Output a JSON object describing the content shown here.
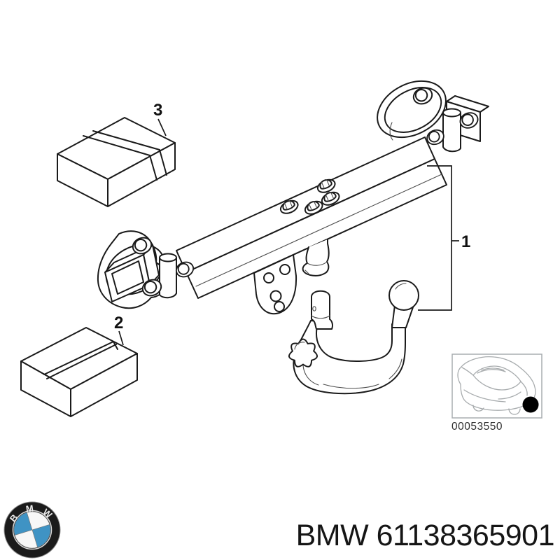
{
  "diagram": {
    "callouts": {
      "one": {
        "label": "1"
      },
      "two": {
        "label": "2"
      },
      "three": {
        "label": "3"
      }
    },
    "inset": {
      "caption": "00053550"
    }
  },
  "footer": {
    "part_text": "BMW 61138365901"
  },
  "logo": {
    "letter_b": "B",
    "letter_m": "M",
    "letter_w": "W"
  },
  "colors": {
    "line": "#1a1a1a",
    "bmw_blue": "#3f93c4",
    "marker_black": "#000000",
    "inset_gray": "#a7abad"
  }
}
